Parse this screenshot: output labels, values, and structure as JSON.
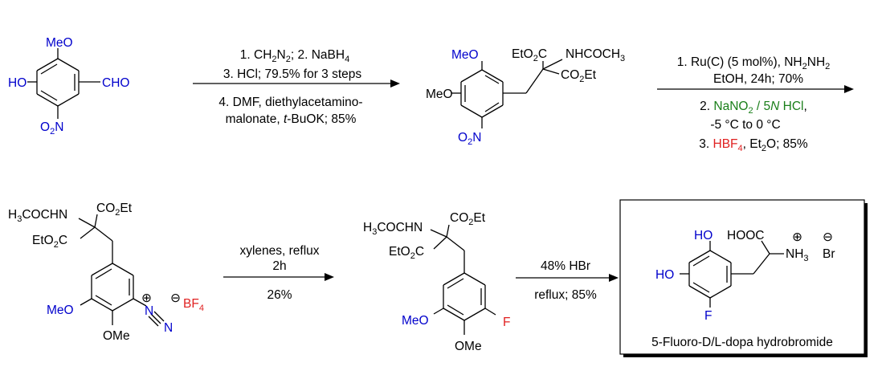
{
  "scheme": {
    "sm": {
      "ome": "MeO",
      "ho": "HO",
      "cho": "CHO",
      "no2_main": "O",
      "no2_sub": "2",
      "no2_end": "N"
    },
    "step1": {
      "line1_a": "1. CH",
      "line1_sub1": "2",
      "line1_b": "N",
      "line1_sub2": "2",
      "line1_c": "; 2. NaBH",
      "line1_sub3": "4",
      "line2": "3. HCl; 79.5% for 3 steps",
      "line3": "4. DMF, diethylacetamino-",
      "line4_a": "malonate, ",
      "line4_b": "t",
      "line4_c": "-BuOK; 85%"
    },
    "int1": {
      "ome_top": "MeO",
      "ome_mid": "MeO",
      "etoc_a": "EtO",
      "etoc_sub": "2",
      "etoc_b": "C",
      "nhcoch3": "NHCOCH",
      "nhcoch3_sub": "3",
      "co2et_a": "CO",
      "co2et_sub": "2",
      "co2et_b": "Et",
      "no2_a": "O",
      "no2_sub": "2",
      "no2_b": "N"
    },
    "step2": {
      "l1_a": "1. Ru(C) (5 mol%), NH",
      "l1_sub1": "2",
      "l1_b": "NH",
      "l1_sub2": "2",
      "l2": "EtOH, 24h; 70%",
      "l3_a": "2. ",
      "l3_b": "NaNO",
      "l3_sub": "2",
      "l3_c": " / 5",
      "l3_d": "N",
      "l3_e": " HCl",
      "l3_f": ",",
      "l4": "-5 °C to 0 °C",
      "l5_a": "3. ",
      "l5_b": "HBF",
      "l5_sub": "4",
      "l5_c": ", Et",
      "l5_sub2": "2",
      "l5_d": "O; 85%"
    },
    "int2": {
      "h3cochn": "H",
      "h3cochn_sub": "3",
      "h3cochn_b": "COCHN",
      "co2et_a": "CO",
      "co2et_sub": "2",
      "co2et_b": "Et",
      "etoc_a": "EtO",
      "etoc_sub": "2",
      "etoc_b": "C",
      "meo": "MeO",
      "ome": "OMe",
      "n1": "N",
      "n2": "N",
      "plus": "⊕",
      "minus": "⊖",
      "bf4_a": "BF",
      "bf4_sub": "4"
    },
    "step3": {
      "l1": "xylenes, reflux",
      "l2": "2h",
      "l3": "26%"
    },
    "int3": {
      "h3cochn": "H",
      "h3cochn_sub": "3",
      "h3cochn_b": "COCHN",
      "co2et_a": "CO",
      "co2et_sub": "2",
      "co2et_b": "Et",
      "etoc_a": "EtO",
      "etoc_sub": "2",
      "etoc_b": "C",
      "meo": "MeO",
      "ome": "OMe",
      "f": "F"
    },
    "step4": {
      "l1": "48% HBr",
      "l2": "reflux; 85%"
    },
    "product": {
      "ho_top": "HO",
      "ho_mid": "HO",
      "hooc": "HOOC",
      "nh3_a": "NH",
      "nh3_sub": "3",
      "br": "Br",
      "plus": "⊕",
      "minus": "⊖",
      "f": "F",
      "name": "5-Fluoro-D/L-dopa hydrobromide"
    }
  }
}
